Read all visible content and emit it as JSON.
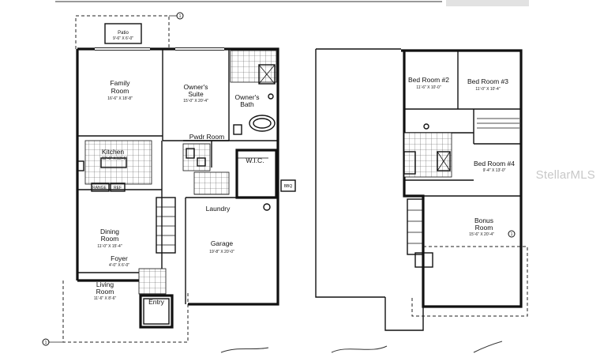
{
  "watermark": "StellarMLS",
  "first_floor": {
    "rooms": [
      {
        "key": "patio",
        "name": "Patio",
        "dims": "9'-6\" X 6'-0\""
      },
      {
        "key": "family",
        "name": "Family\nRoom",
        "dims": "16'-6\" X 18'-8\""
      },
      {
        "key": "owners_suite",
        "name": "Owner's\nSuite",
        "dims": "15'-0\" X 20'-4\""
      },
      {
        "key": "owners_bath",
        "name": "Owner's\nBath",
        "dims": ""
      },
      {
        "key": "pwdr",
        "name": "Pwdr Room",
        "dims": ""
      },
      {
        "key": "kitchen",
        "name": "Kitchen",
        "dims": "12'-6\" X 13'-1\""
      },
      {
        "key": "wic",
        "name": "W.I.C.",
        "dims": ""
      },
      {
        "key": "laundry",
        "name": "Laundry",
        "dims": ""
      },
      {
        "key": "dining",
        "name": "Dining\nRoom",
        "dims": "11'-0\" X 15'-4\""
      },
      {
        "key": "foyer",
        "name": "Foyer",
        "dims": "4'-0\" X 6'-0\""
      },
      {
        "key": "garage",
        "name": "Garage",
        "dims": "19'-8\" X 20'-0\""
      },
      {
        "key": "living",
        "name": "Living\nRoom",
        "dims": "11'-6\" X 8'-6\""
      },
      {
        "key": "entry",
        "name": "Entry",
        "dims": ""
      }
    ],
    "appliance_labels": [
      "RANGE",
      "REF"
    ],
    "markers": [
      "1",
      "1"
    ]
  },
  "second_floor": {
    "rooms": [
      {
        "key": "bed2",
        "name": "Bed Room #2",
        "dims": "11'-6\" X 10'-0\""
      },
      {
        "key": "bed3",
        "name": "Bed Room #3",
        "dims": "11'-0\" X 10'-4\""
      },
      {
        "key": "bed4",
        "name": "Bed Room #4",
        "dims": "9'-4\" X 13'-0\""
      },
      {
        "key": "bonus",
        "name": "Bonus\nRoom",
        "dims": "15'-6\" X 20'-4\""
      }
    ],
    "markers": [
      "1"
    ]
  }
}
